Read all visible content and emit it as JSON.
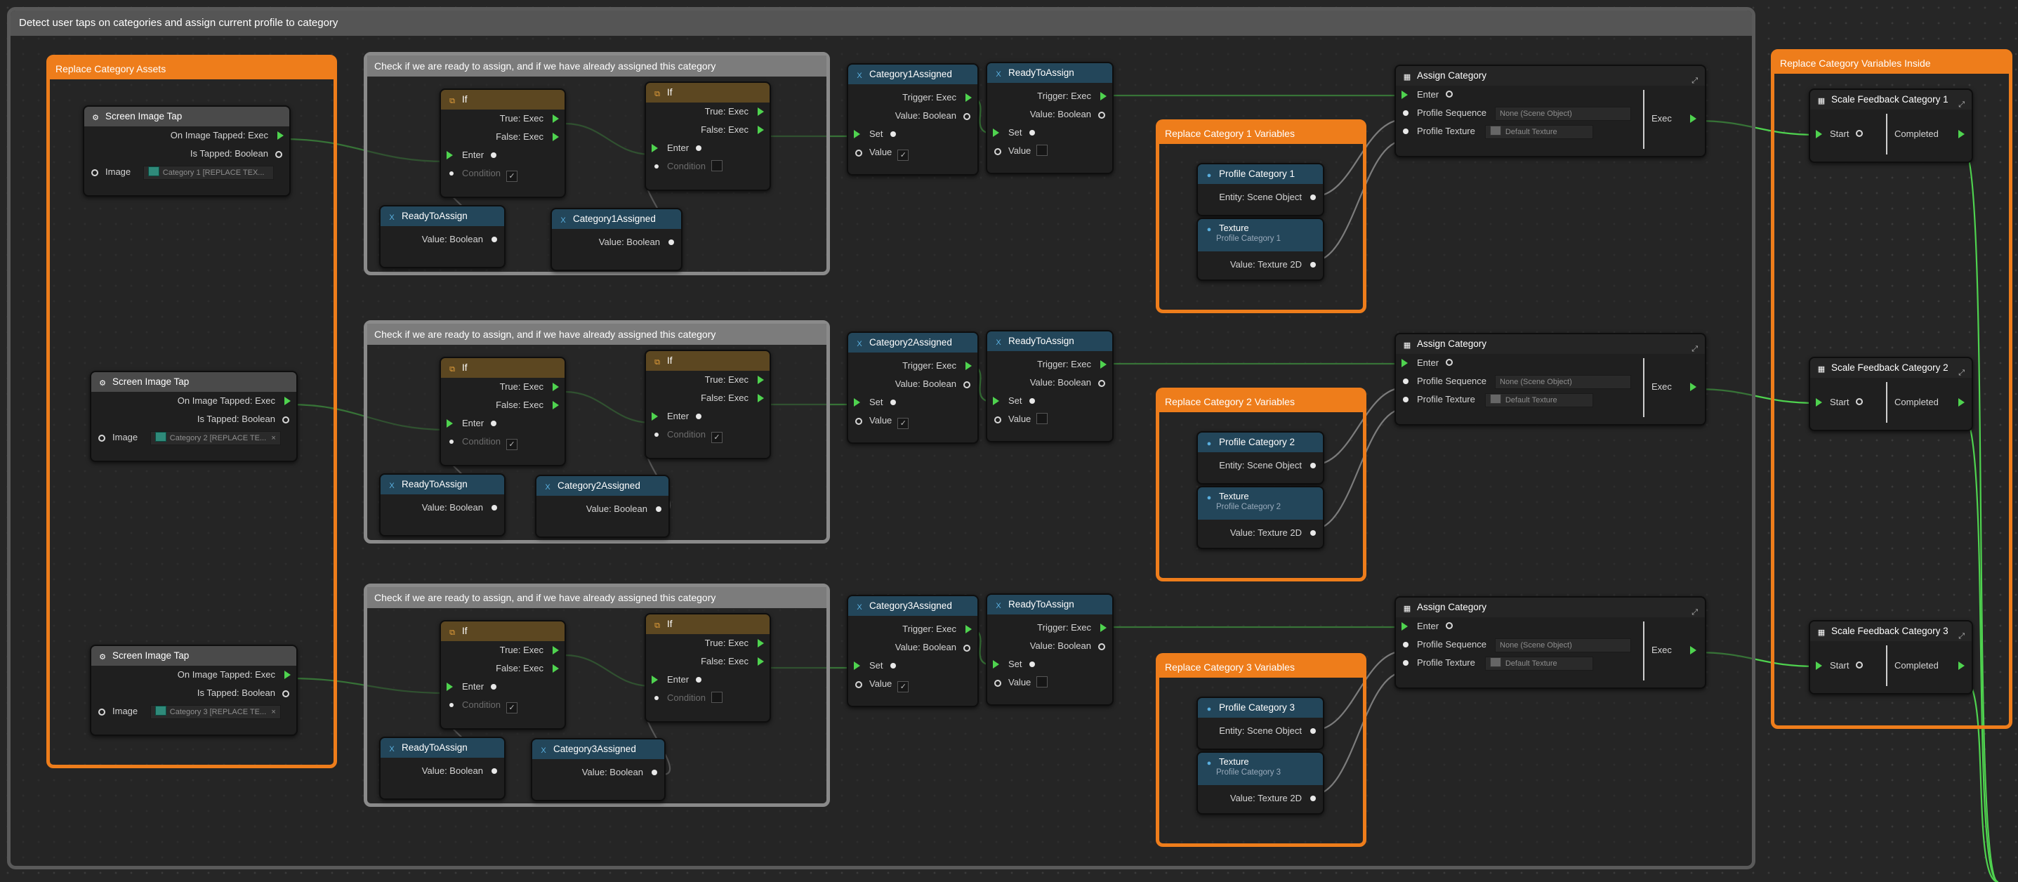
{
  "main_frame": {
    "title": "Detect user taps on categories and assign current profile to category"
  },
  "assets_group": {
    "title": "Replace Category Assets"
  },
  "inside_group": {
    "title": "Replace Category Variables Inside"
  },
  "labels": {
    "screen_image_tap": "Screen Image Tap",
    "on_image_tapped": "On Image Tapped: Exec",
    "is_tapped": "Is Tapped: Boolean",
    "image": "Image",
    "if": "If",
    "true_exec": "True: Exec",
    "false_exec": "False: Exec",
    "enter": "Enter",
    "condition": "Condition",
    "ready_to_assign": "ReadyToAssign",
    "value_boolean": "Value: Boolean",
    "trigger_exec": "Trigger: Exec",
    "set": "Set",
    "value": "Value",
    "assign_category": "Assign Category",
    "profile_sequence": "Profile Sequence",
    "profile_texture": "Profile Texture",
    "exec": "Exec",
    "none_scene_object": "None (Scene Object)",
    "default_texture": "Default Texture",
    "entity_scene_object": "Entity: Scene Object",
    "texture": "Texture",
    "value_texture_2d": "Value: Texture 2D",
    "start": "Start",
    "completed": "Completed",
    "x_glyph": "×"
  },
  "check_group_title": "Check if we are ready to assign, and if we have already assigned this category",
  "categories": [
    {
      "image_value": "Category 1 [REPLACE TEX...",
      "assigned_var": "Category1Assigned",
      "vars_group": "Replace Category 1 Variables",
      "profile_name": "Profile Category 1",
      "texture_sub": "Profile Category 1",
      "scale_node": "Scale Feedback Category 1"
    },
    {
      "image_value": "Category 2 [REPLACE TE...",
      "assigned_var": "Category2Assigned",
      "vars_group": "Replace Category 2 Variables",
      "profile_name": "Profile Category 2",
      "texture_sub": "Profile Category 2",
      "scale_node": "Scale Feedback Category 2"
    },
    {
      "image_value": "Category 3 [REPLACE TE...",
      "assigned_var": "Category3Assigned",
      "vars_group": "Replace Category 3 Variables",
      "profile_name": "Profile Category 3",
      "texture_sub": "Profile Category 3",
      "scale_node": "Scale Feedback Category 3"
    }
  ],
  "colors": {
    "exec_wire": "#4fd34f",
    "data_wire": "#e6e6e6",
    "accent_orange": "#ee7d1b",
    "var_header": "#23465a",
    "if_header": "#5c4721"
  }
}
